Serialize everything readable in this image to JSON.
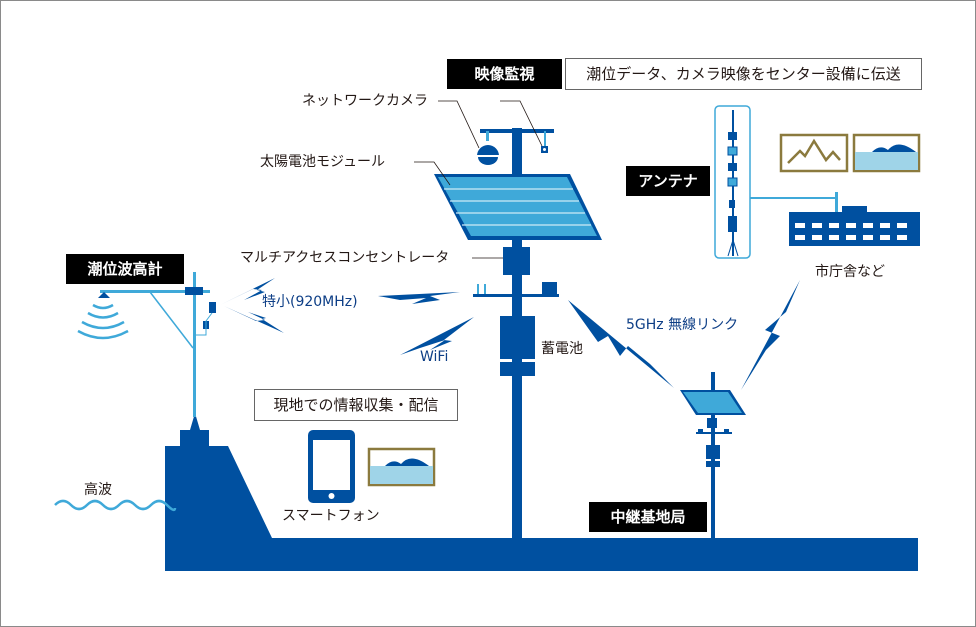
{
  "colors": {
    "navy": "#0050a0",
    "light_blue": "#3fa9d9",
    "pale_blue": "#9fd4e8",
    "gold_frame": "#8b7a3e",
    "black_tag": "#000000",
    "text": "#231815",
    "blue_text": "#0d3e86"
  },
  "tags": {
    "video_monitoring": "映像監視",
    "tide_wave_gauge": "潮位波高計",
    "antenna": "アンテナ",
    "relay_station": "中継基地局"
  },
  "boxes": {
    "transmit_to_center": "潮位データ、カメラ映像をセンター設備に伝送",
    "local_collection": "現地での情報収集・配信"
  },
  "labels": {
    "network_camera": "ネットワークカメラ",
    "solar_module": "太陽電池モジュール",
    "multi_access_concentrator": "マルチアクセスコンセントレータ",
    "low_power_radio": "特小(920MHz)",
    "wifi": "WiFi",
    "storage_battery": "蓄電池",
    "link_5ghz": "5GHz 無線リンク",
    "city_hall": "市庁舎など",
    "smartphone": "スマートフォン",
    "high_waves": "高波"
  },
  "icons": [
    "network-camera-icon",
    "solar-panel-icon",
    "tide-gauge-icon",
    "lightning-signal-icon",
    "antenna-tower-icon",
    "line-graph-icon",
    "landscape-image-icon",
    "building-icon",
    "smartphone-icon",
    "wave-icon"
  ]
}
